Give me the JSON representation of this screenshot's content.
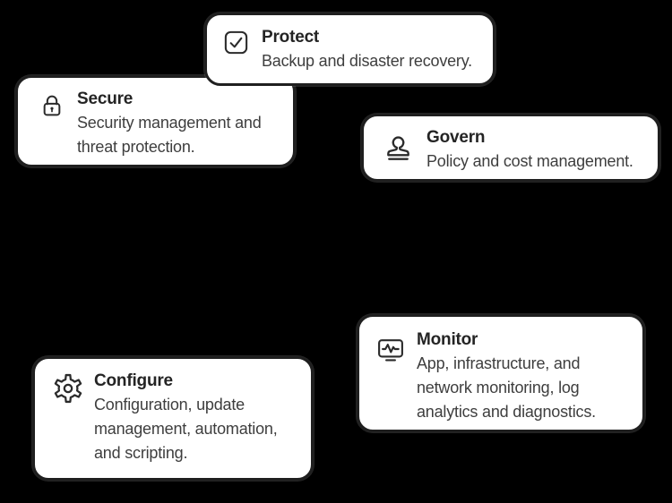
{
  "background_color": "#000000",
  "card_style": {
    "background": "#ffffff",
    "border_color": "#1f1f1f",
    "title_color": "#242424",
    "description_color": "#3e3e3e"
  },
  "cards": [
    {
      "id": "protect",
      "icon": "checkbox-check-icon",
      "title": "Protect",
      "description": "Backup and disaster recovery."
    },
    {
      "id": "secure",
      "icon": "lock-icon",
      "title": "Secure",
      "description": "Security management and\nthreat protection."
    },
    {
      "id": "govern",
      "icon": "stamp-icon",
      "title": "Govern",
      "description": "Policy and cost management."
    },
    {
      "id": "monitor",
      "icon": "monitor-pulse-icon",
      "title": "Monitor",
      "description": "App, infrastructure, and\nnetwork monitoring, log\nanalytics and diagnostics."
    },
    {
      "id": "configure",
      "icon": "gear-icon",
      "title": "Configure",
      "description": "Configuration, update\nmanagement, automation,\nand scripting."
    }
  ]
}
